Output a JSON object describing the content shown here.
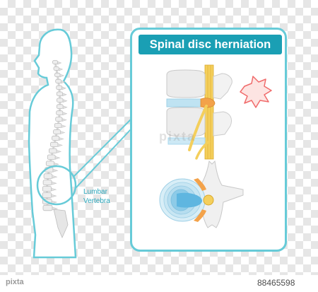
{
  "title": "Spinal disc herniation",
  "labels": {
    "line1": "Lumbar",
    "line2": "Vertebra"
  },
  "watermark": {
    "site": "pixta",
    "image_id": "88465598"
  },
  "colors": {
    "accent": "#1a9fb4",
    "outline": "#67cbd8",
    "nerve": "#f2c24a",
    "pain": "#f06a6a",
    "disc": "#a8d8ee"
  },
  "icons": [
    "pain-burst-icon"
  ]
}
